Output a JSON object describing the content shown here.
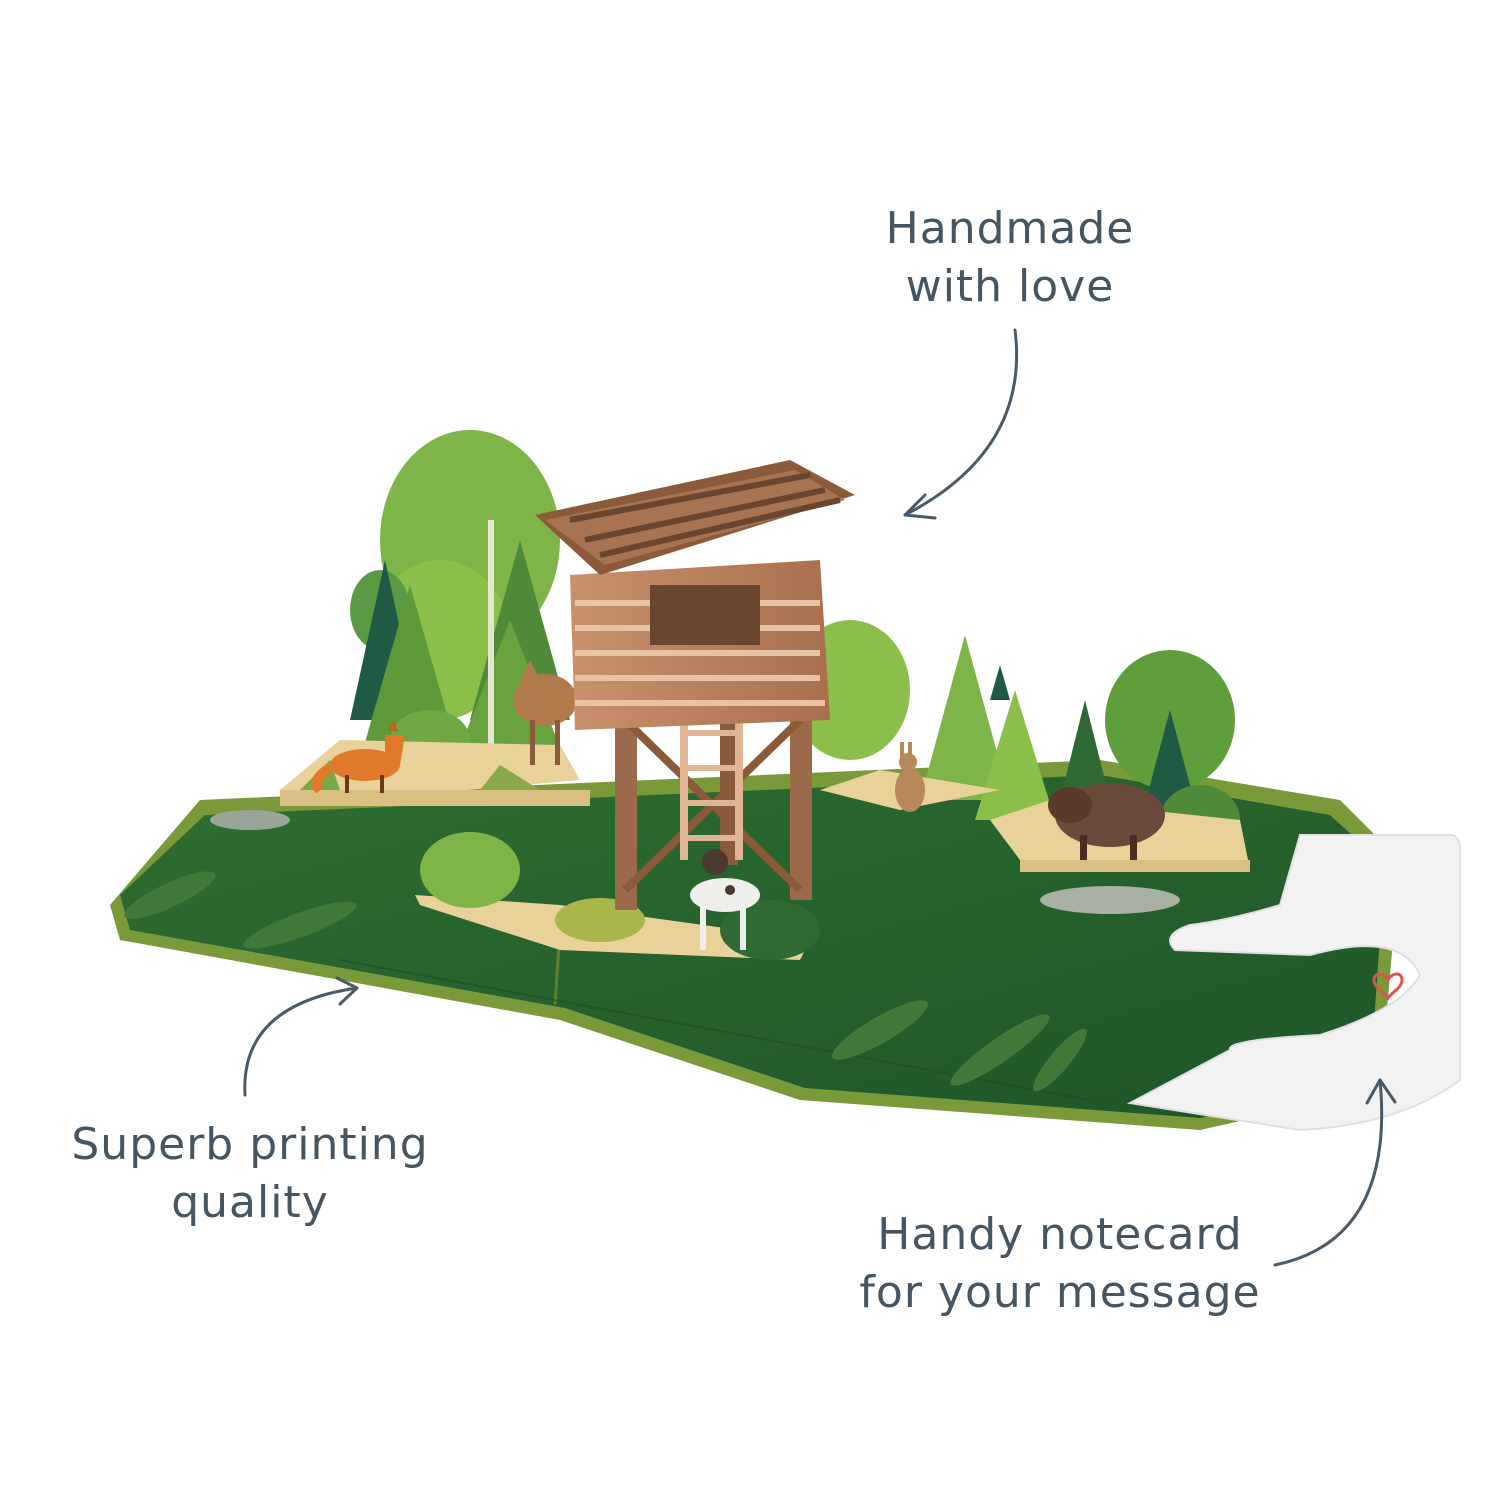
{
  "colors": {
    "text": "#455561",
    "arrow": "#4a5a66",
    "ground_dark": "#1f5a2a",
    "ground_mid": "#2f6e32",
    "ground_edge": "#7a9a3a",
    "tower_light": "#d7a98a",
    "tower_dark": "#8a5a3a",
    "tree_light": "#8cbf4a",
    "tree_dark": "#2f6a35",
    "sand": "#e8d29a",
    "notecard": "#f2f2f2",
    "logo": "#e0524f"
  },
  "callouts": {
    "handmade": {
      "line1": "Handmade",
      "line2": "with love"
    },
    "printing": {
      "line1": "Superb printing",
      "line2": "quality"
    },
    "notecard": {
      "line1": "Handy notecard",
      "line2": "for your message"
    }
  },
  "icons": {
    "brand_logo": "heart-outline-icon"
  }
}
